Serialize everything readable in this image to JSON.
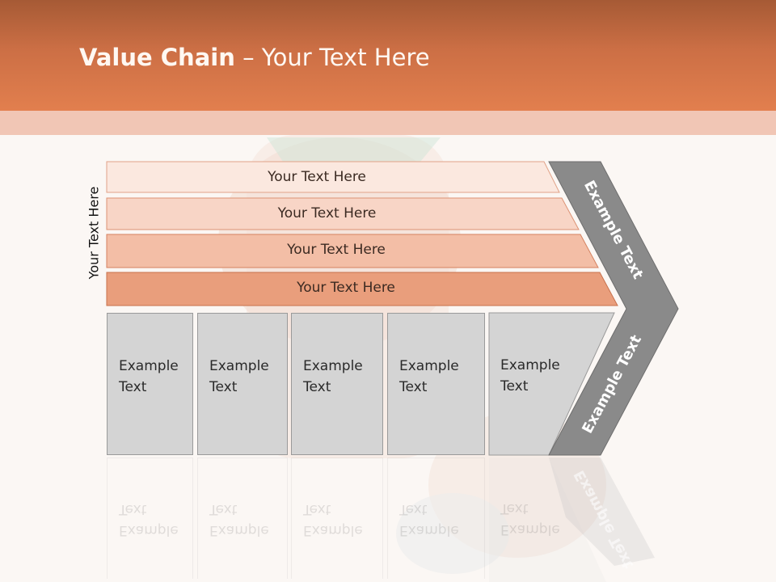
{
  "slide": {
    "title_bold": "Value Chain",
    "title_rest": " – Your Text Here",
    "side_label": "Your Text Here"
  },
  "bands": [
    {
      "label": "Your Text Here"
    },
    {
      "label": "Your Text Here"
    },
    {
      "label": "Your Text Here"
    },
    {
      "label": "Your Text Here"
    }
  ],
  "cards": [
    {
      "line1": "Example",
      "line2": "Text"
    },
    {
      "line1": "Example",
      "line2": "Text"
    },
    {
      "line1": "Example",
      "line2": "Text"
    },
    {
      "line1": "Example",
      "line2": "Text"
    },
    {
      "line1": "Example",
      "line2": "Text"
    }
  ],
  "arrow": {
    "upper_label": "Example Text",
    "lower_label": "Example Text"
  },
  "colors": {
    "header": "#e07d4c",
    "band_1": "#fbe8df",
    "band_2": "#f8d5c6",
    "band_3": "#f3bea6",
    "band_4": "#e99e7c",
    "card_fill": "#d4d4d4",
    "arrow_fill": "#8a8a8a"
  }
}
